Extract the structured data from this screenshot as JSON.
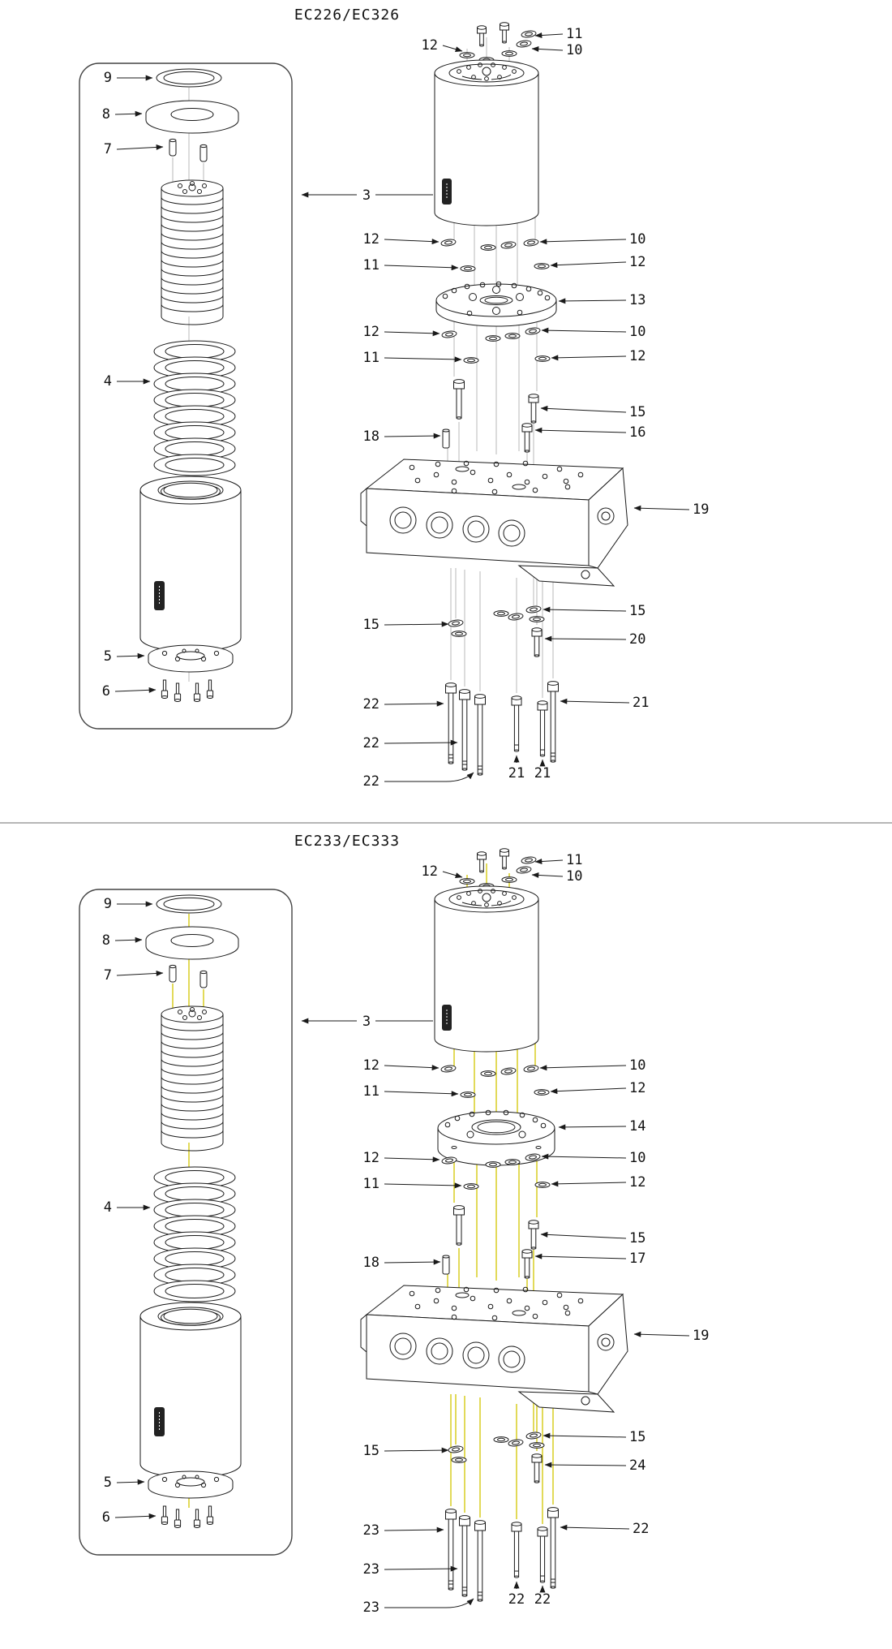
{
  "diagram": {
    "type": "exploded-parts-diagram",
    "line_color": "#1a1a1a",
    "accent_line_color": "#d3c500",
    "divider_color": "#8a8a8a"
  },
  "sections": {
    "top": {
      "title": "EC226/EC326",
      "labels": {
        "p9": "9",
        "p8": "8",
        "p7": "7",
        "p4": "4",
        "p5": "5",
        "p6": "6",
        "t12": "12",
        "t11": "11",
        "t10": "10",
        "motor": "3",
        "rA12": "12",
        "rA11": "11",
        "rA10": "10",
        "rA12b": "12",
        "plate": "13",
        "rB12": "12",
        "rB11": "11",
        "rB10": "10",
        "rB12b": "12",
        "s15r": "15",
        "s16": "16",
        "s18": "18",
        "block": "19",
        "s15L": "15",
        "s15r2": "15",
        "s20": "20",
        "L1": "22",
        "L2": "22",
        "L3": "22",
        "R1": "21",
        "B1": "21",
        "B2": "21"
      }
    },
    "bottom": {
      "title": "EC233/EC333",
      "labels": {
        "p9": "9",
        "p8": "8",
        "p7": "7",
        "p4": "4",
        "p5": "5",
        "p6": "6",
        "t12": "12",
        "t11": "11",
        "t10": "10",
        "motor": "3",
        "rA12": "12",
        "rA11": "11",
        "rA10": "10",
        "rA12b": "12",
        "plate": "14",
        "rB12": "12",
        "rB11": "11",
        "rB10": "10",
        "rB12b": "12",
        "s15r": "15",
        "s16": "17",
        "s18": "18",
        "block": "19",
        "s15L": "15",
        "s15r2": "15",
        "s20": "24",
        "L1": "23",
        "L2": "23",
        "L3": "23",
        "R1": "22",
        "B1": "22",
        "B2": "22"
      }
    }
  }
}
